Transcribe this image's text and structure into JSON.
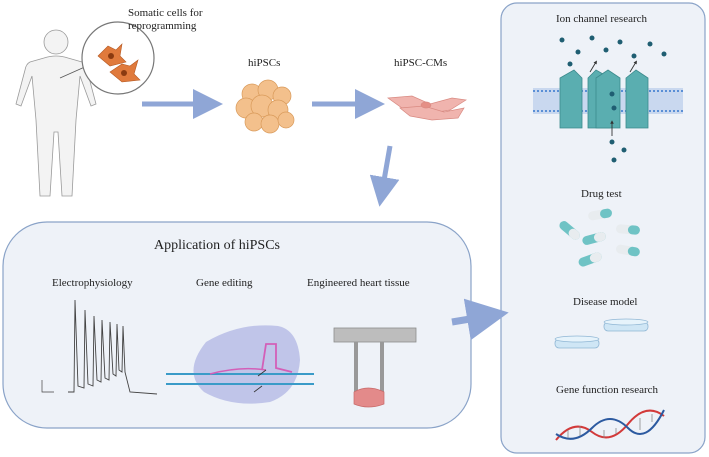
{
  "top": {
    "somatic_label_line1": "Somatic cells for",
    "somatic_label_line2": "reprogramming",
    "hipscs_label": "hiPSCs",
    "hipsc_cms_label": "hiPSC-CMs"
  },
  "application": {
    "title": "Application of hiPSCs",
    "electrophysiology": "Electrophysiology",
    "gene_editing": "Gene editing",
    "engineered_heart_tissue": "Engineered heart tissue"
  },
  "research": {
    "ion_channel": "Ion channel research",
    "drug_test": "Drug test",
    "disease_model": "Disease model",
    "gene_function": "Gene function research"
  },
  "colors": {
    "arrow": "#8fa6d6",
    "panel_fill": "#eef2f8",
    "panel_border": "#8aa3c8",
    "cell_orange": "#e07a3c",
    "hipsc_peach": "#f3c08c",
    "cm_pink": "#f0b4ae",
    "channel_teal": "#5aaeb0",
    "ion_dark": "#1f5e72",
    "capsule_teal": "#6fc3c5",
    "dna_red": "#d23a3a",
    "dna_blue": "#2c5aa0"
  },
  "icons": [
    "human-body-icon",
    "somatic-cells-icon",
    "hipsc-cluster-icon",
    "cardiomyocyte-icon",
    "action-potential-icon",
    "gene-editing-icon",
    "heart-tissue-icon",
    "ion-channel-icon",
    "capsules-icon",
    "petri-dish-icon",
    "dna-helix-icon"
  ]
}
